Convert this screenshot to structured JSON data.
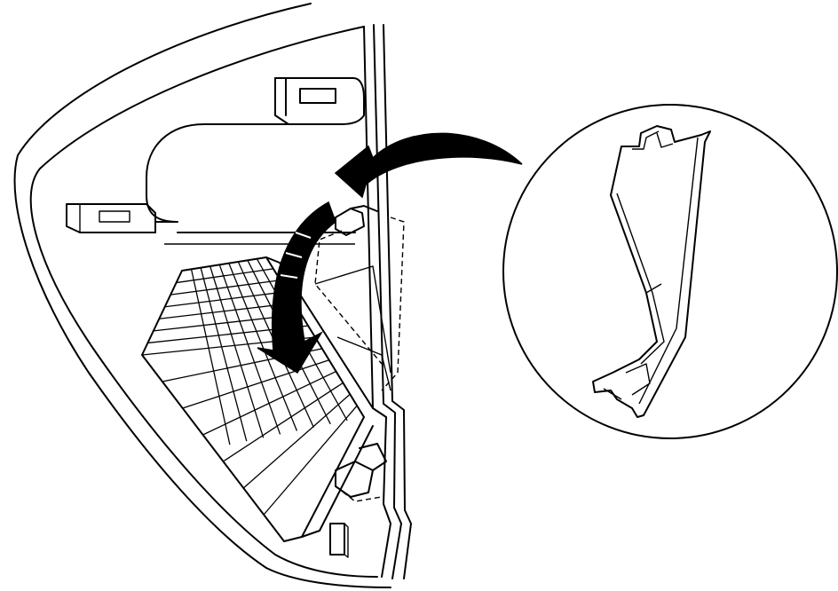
{
  "figure": {
    "type": "line-art technical illustration",
    "labels": []
  },
  "components": {
    "housing": "curved-housing",
    "element": "filter-element",
    "retainer": "retainer-clip",
    "detail": "magnified-detail-circle"
  },
  "colors": {
    "ink": "#000000",
    "paper": "#ffffff"
  },
  "icons": {
    "install_arrow": "down-curved-arrow-icon",
    "detail_arrow": "left-curved-arrow-icon"
  }
}
